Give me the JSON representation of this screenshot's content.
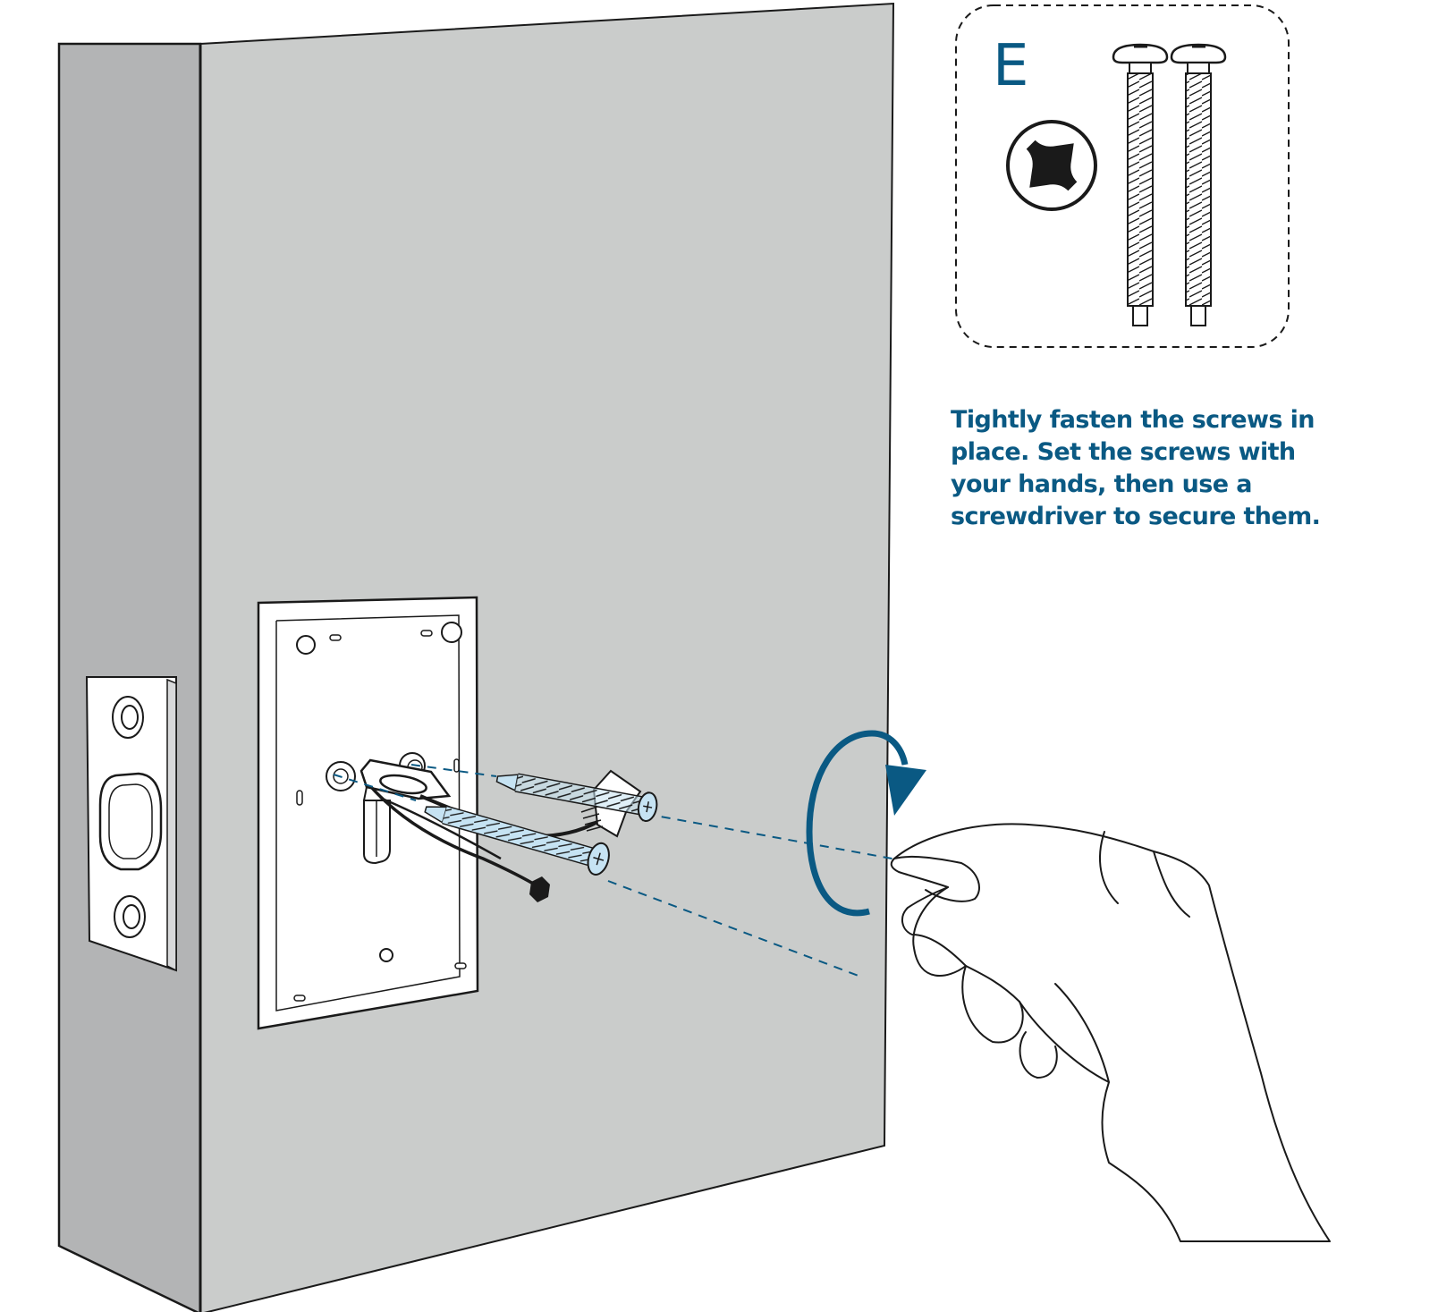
{
  "kit": {
    "letter": "E",
    "screwdriver_icon": "phillips-screwdriver-icon",
    "screw_count": 2
  },
  "instruction": {
    "lines": [
      "Tightly fasten the screws in",
      "place. Set the screws with",
      "your hands, then use a",
      "screwdriver to secure them."
    ]
  },
  "colors": {
    "accent": "#0a5983",
    "screw_fill": "#c6e3f3",
    "door_face": "#cacccb",
    "door_edge": "#b3b4b5",
    "line": "#1a1a1a"
  }
}
